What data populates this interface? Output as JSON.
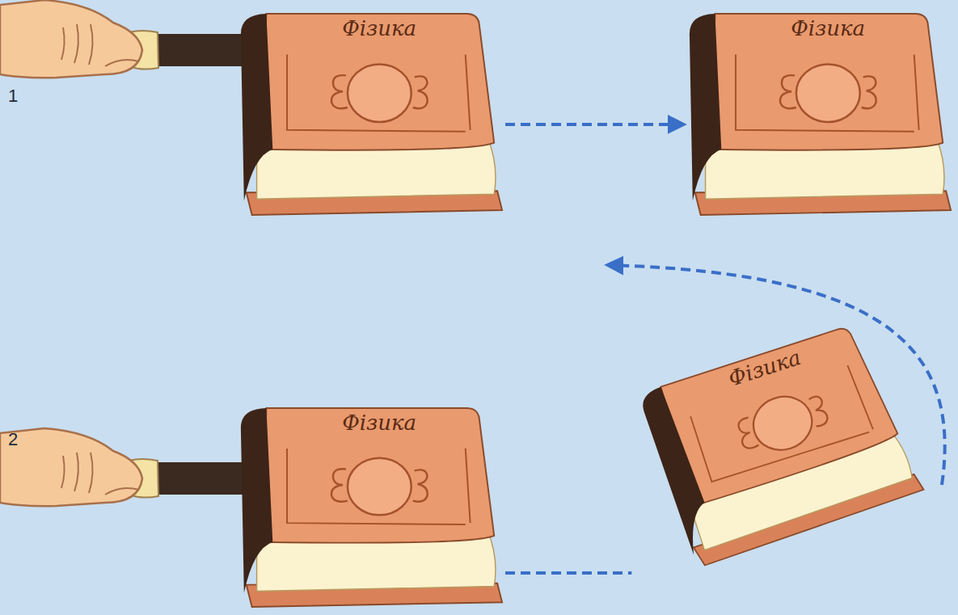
{
  "diagram": {
    "nodes": [
      {
        "text": [
          "Фізика"
        ]
      },
      {
        "text": [
          "Фізика"
        ]
      },
      {
        "text": [
          "Фізика"
        ]
      },
      {
        "text": [
          "Фізика"
        ]
      }
    ],
    "edges": [
      {
        "from": 0,
        "to": 1,
        "arrow": "to"
      },
      {
        "from": 2,
        "to": 3,
        "arrow": "none"
      }
    ],
    "labels": [
      "1",
      "2"
    ]
  }
}
